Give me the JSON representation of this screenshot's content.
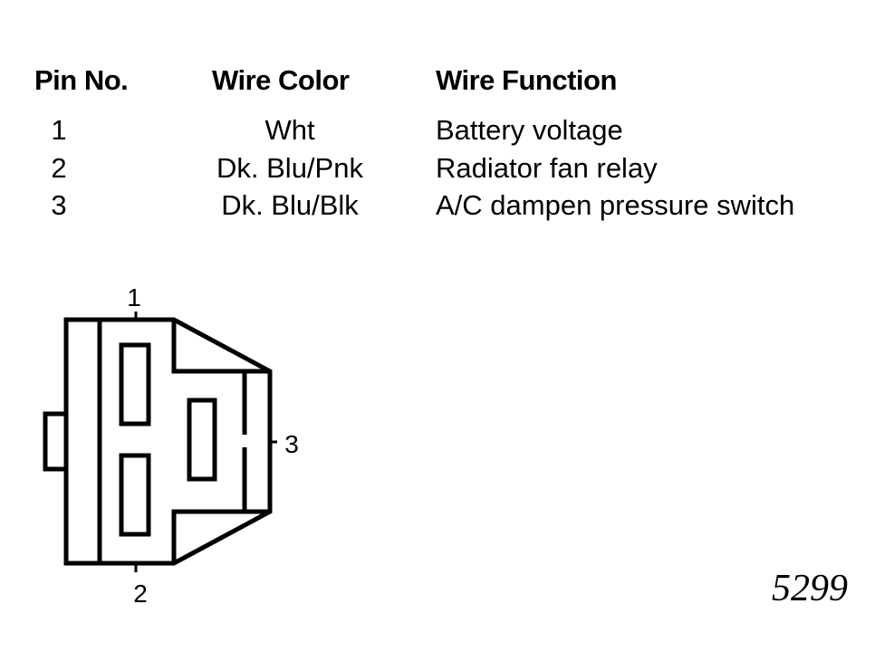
{
  "table": {
    "headers": {
      "pin": "Pin No.",
      "color": "Wire Color",
      "function": "Wire Function"
    },
    "rows": [
      {
        "pin": "1",
        "color": "Wht",
        "function": "Battery voltage"
      },
      {
        "pin": "2",
        "color": "Dk. Blu/Pnk",
        "function": "Radiator fan relay"
      },
      {
        "pin": "3",
        "color": "Dk. Blu/Blk",
        "function": "A/C dampen pressure switch"
      }
    ]
  },
  "connector": {
    "pin_labels": [
      "1",
      "2",
      "3"
    ]
  },
  "reference_number": "5299"
}
